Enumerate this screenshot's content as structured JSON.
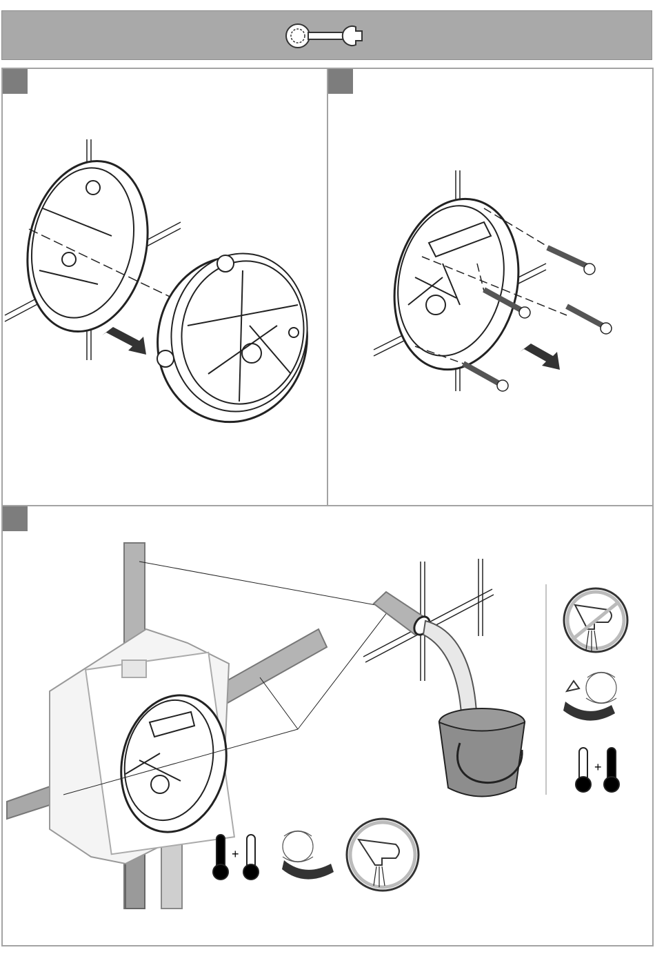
{
  "header": {
    "icon": "wrench-service-icon",
    "color": "#a9a9a9"
  },
  "panels": [
    {
      "name": "step-1",
      "badge": "",
      "illustration": "cover-ring-mounting"
    },
    {
      "name": "step-2",
      "badge": "",
      "illustration": "ring-screw-fixing"
    },
    {
      "name": "step-3",
      "badge": "",
      "illustration": "pipe-flushing"
    }
  ],
  "icons": {
    "thermometer_plus": "+",
    "plus_symbol": "+"
  },
  "colors": {
    "panel_border": "#a3a3a3",
    "badge": "#7d7d7d",
    "pipe": "#b4b4b4",
    "bucket": "#8d8d8d"
  }
}
